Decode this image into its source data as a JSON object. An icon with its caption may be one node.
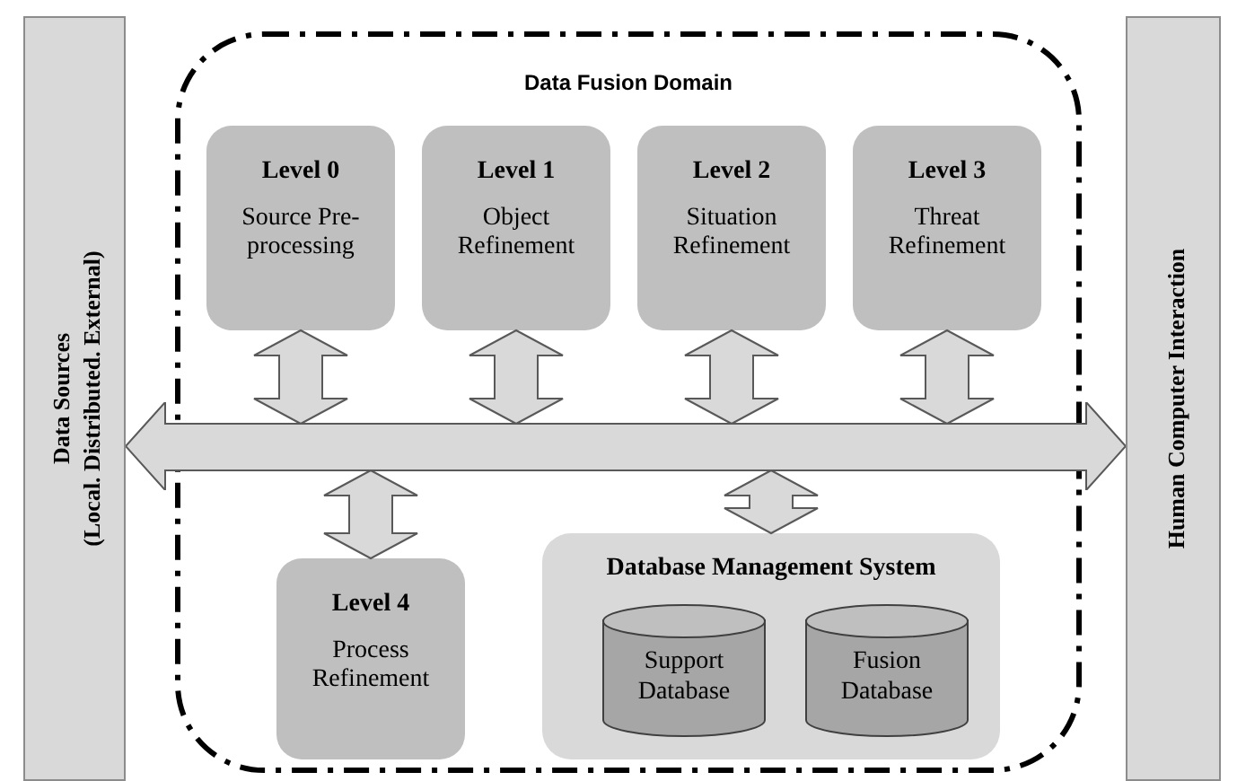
{
  "diagram": {
    "nodes": [
      {
        "text": [
          "Data Sources",
          "(Local. Distributed. External)"
        ]
      },
      {
        "text": [
          "Data Fusion Domain"
        ]
      },
      {
        "text": [
          "Level 0",
          "Source Pre-processing"
        ],
        "in": 1
      },
      {
        "text": [
          "Level 1",
          "Object Refinement"
        ],
        "in": 1
      },
      {
        "text": [
          "Level 2",
          "Situation Refinement"
        ],
        "in": 1
      },
      {
        "text": [
          "Level 3",
          "Threat Refinement"
        ],
        "in": 1
      },
      {
        "text": [],
        "shape": "bar"
      },
      {
        "text": [
          "Level 4",
          "Process Refinement"
        ],
        "in": 1
      },
      {
        "text": [
          "Database Management System"
        ],
        "in": 1
      },
      {
        "text": [
          "Support Database"
        ],
        "in": 8
      },
      {
        "text": [
          "Fusion Database"
        ],
        "in": 8
      },
      {
        "text": [
          "Human Computer Interaction"
        ]
      }
    ],
    "edges": [
      {
        "from": 2,
        "to": 6,
        "arrow": "both",
        "style": "thick"
      },
      {
        "from": 3,
        "to": 6,
        "arrow": "both",
        "style": "thick"
      },
      {
        "from": 4,
        "to": 6,
        "arrow": "both",
        "style": "thick"
      },
      {
        "from": 5,
        "to": 6,
        "arrow": "both",
        "style": "thick"
      },
      {
        "from": 6,
        "to": 7,
        "arrow": "both",
        "style": "thick"
      },
      {
        "from": 6,
        "to": 8,
        "arrow": "both",
        "style": "thick"
      }
    ]
  }
}
